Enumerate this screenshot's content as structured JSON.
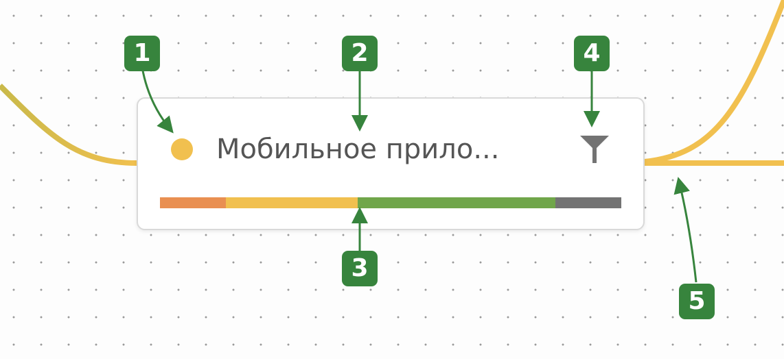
{
  "node": {
    "title": "Мобильное прило...",
    "status_color": "#f1c04f",
    "filter_icon": "filter-icon",
    "progress": [
      {
        "name": "orange",
        "fraction": 0.143,
        "color": "#e98f51"
      },
      {
        "name": "yellow",
        "fraction": 0.286,
        "color": "#f1c04f"
      },
      {
        "name": "green",
        "fraction": 0.428,
        "color": "#70a64a"
      },
      {
        "name": "gray",
        "fraction": 0.143,
        "color": "#737373"
      }
    ]
  },
  "connector_colors": {
    "left": "#d4bd4b",
    "right": "#f1c04f"
  },
  "callouts": {
    "color": "#37843d",
    "labels": [
      "1",
      "2",
      "3",
      "4",
      "5"
    ]
  }
}
